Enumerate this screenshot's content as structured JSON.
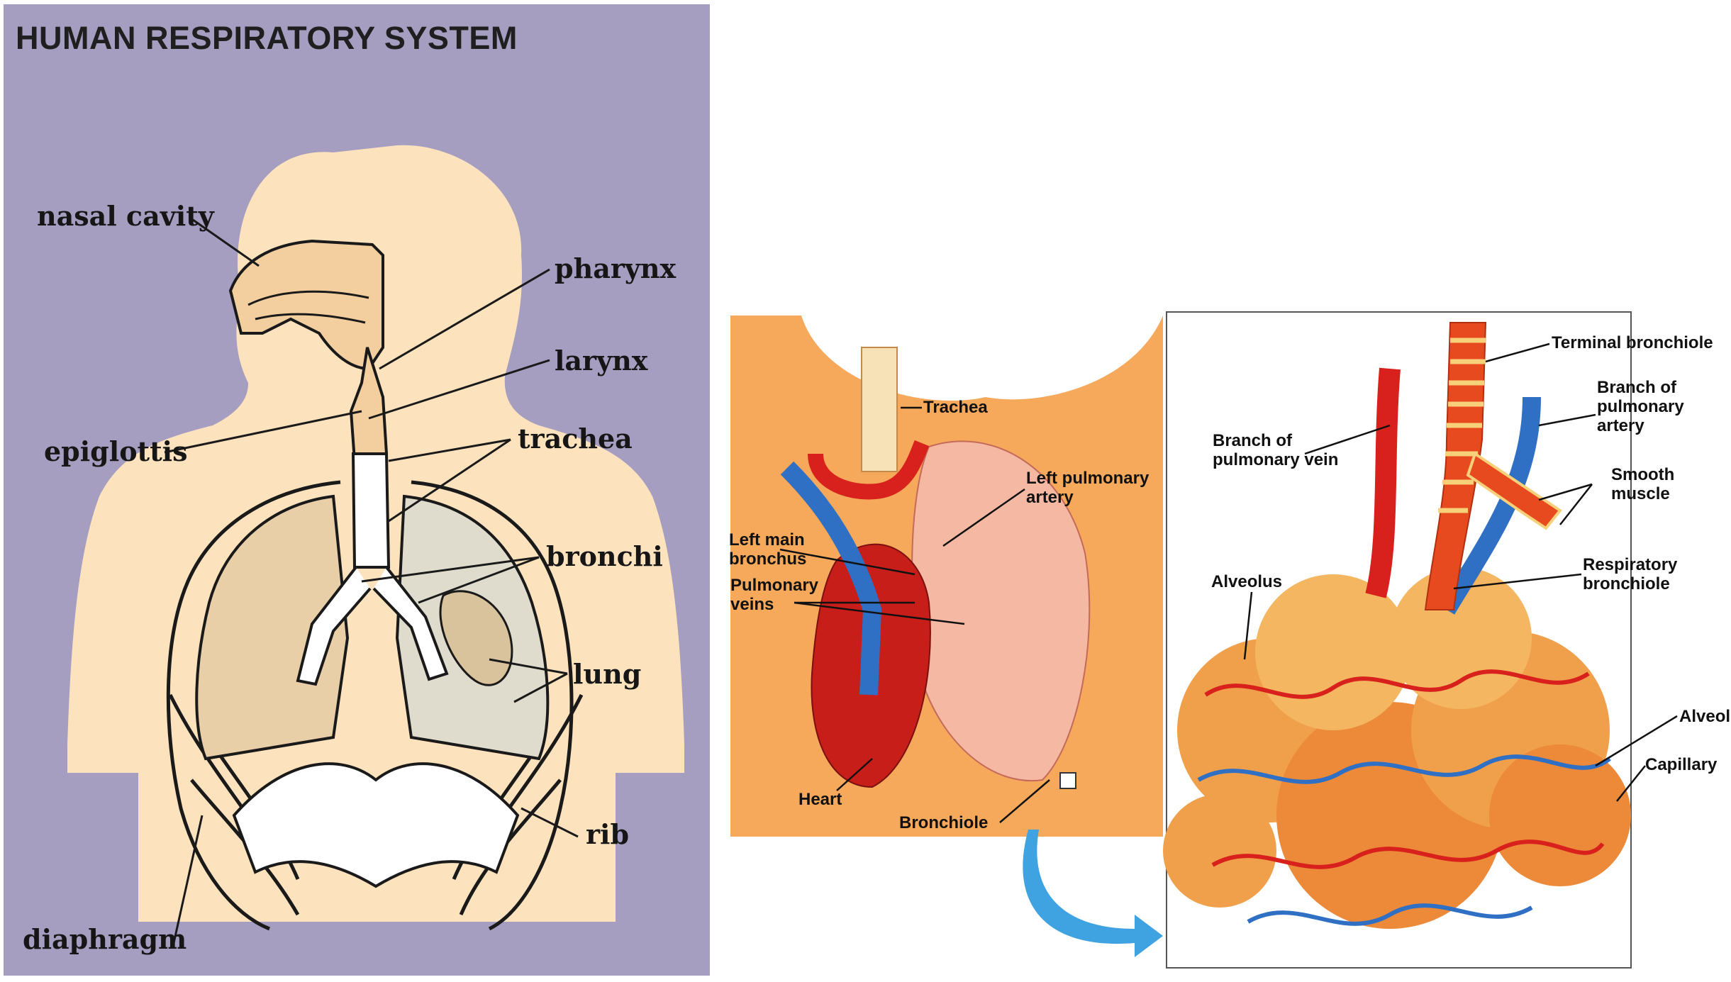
{
  "left_diagram": {
    "title": "HUMAN RESPIRATORY SYSTEM",
    "labels": {
      "nasal_cavity": "nasal cavity",
      "pharynx": "pharynx",
      "larynx": "larynx",
      "epiglottis": "epiglottis",
      "trachea": "trachea",
      "bronchi": "bronchi",
      "lung": "lung",
      "rib": "rib",
      "diaphragm": "diaphragm"
    },
    "colors": {
      "background": "#a59ec0",
      "body": "#fde3bd",
      "lung_fill": "#e8cfa8"
    }
  },
  "right_diagram": {
    "chest_labels": {
      "trachea": "Trachea",
      "left_pulmonary_artery_1": "Left pulmonary",
      "left_pulmonary_artery_2": "artery",
      "left_main_bronchus_1": "Left main",
      "left_main_bronchus_2": "bronchus",
      "pulmonary_veins_1": "Pulmonary",
      "pulmonary_veins_2": "veins",
      "heart": "Heart",
      "bronchiole": "Bronchiole"
    },
    "detail_labels": {
      "terminal_bronchiole": "Terminal bronchiole",
      "branch_pulmonary_artery_1": "Branch of",
      "branch_pulmonary_artery_2": "pulmonary",
      "branch_pulmonary_artery_3": "artery",
      "branch_pulmonary_vein_1": "Branch of",
      "branch_pulmonary_vein_2": "pulmonary vein",
      "smooth_muscle_1": "Smooth",
      "smooth_muscle_2": "muscle",
      "alveolus_left": "Alveolus",
      "respiratory_bronchiole_1": "Respiratory",
      "respiratory_bronchiole_2": "bronchiole",
      "alveolus_right": "Alveolus",
      "capillary": "Capillary"
    },
    "colors": {
      "artery_red": "#d8201c",
      "vein_blue": "#2f6fc4",
      "skin": "#f6a95a",
      "callout_arrow": "#3ea3e0"
    }
  }
}
